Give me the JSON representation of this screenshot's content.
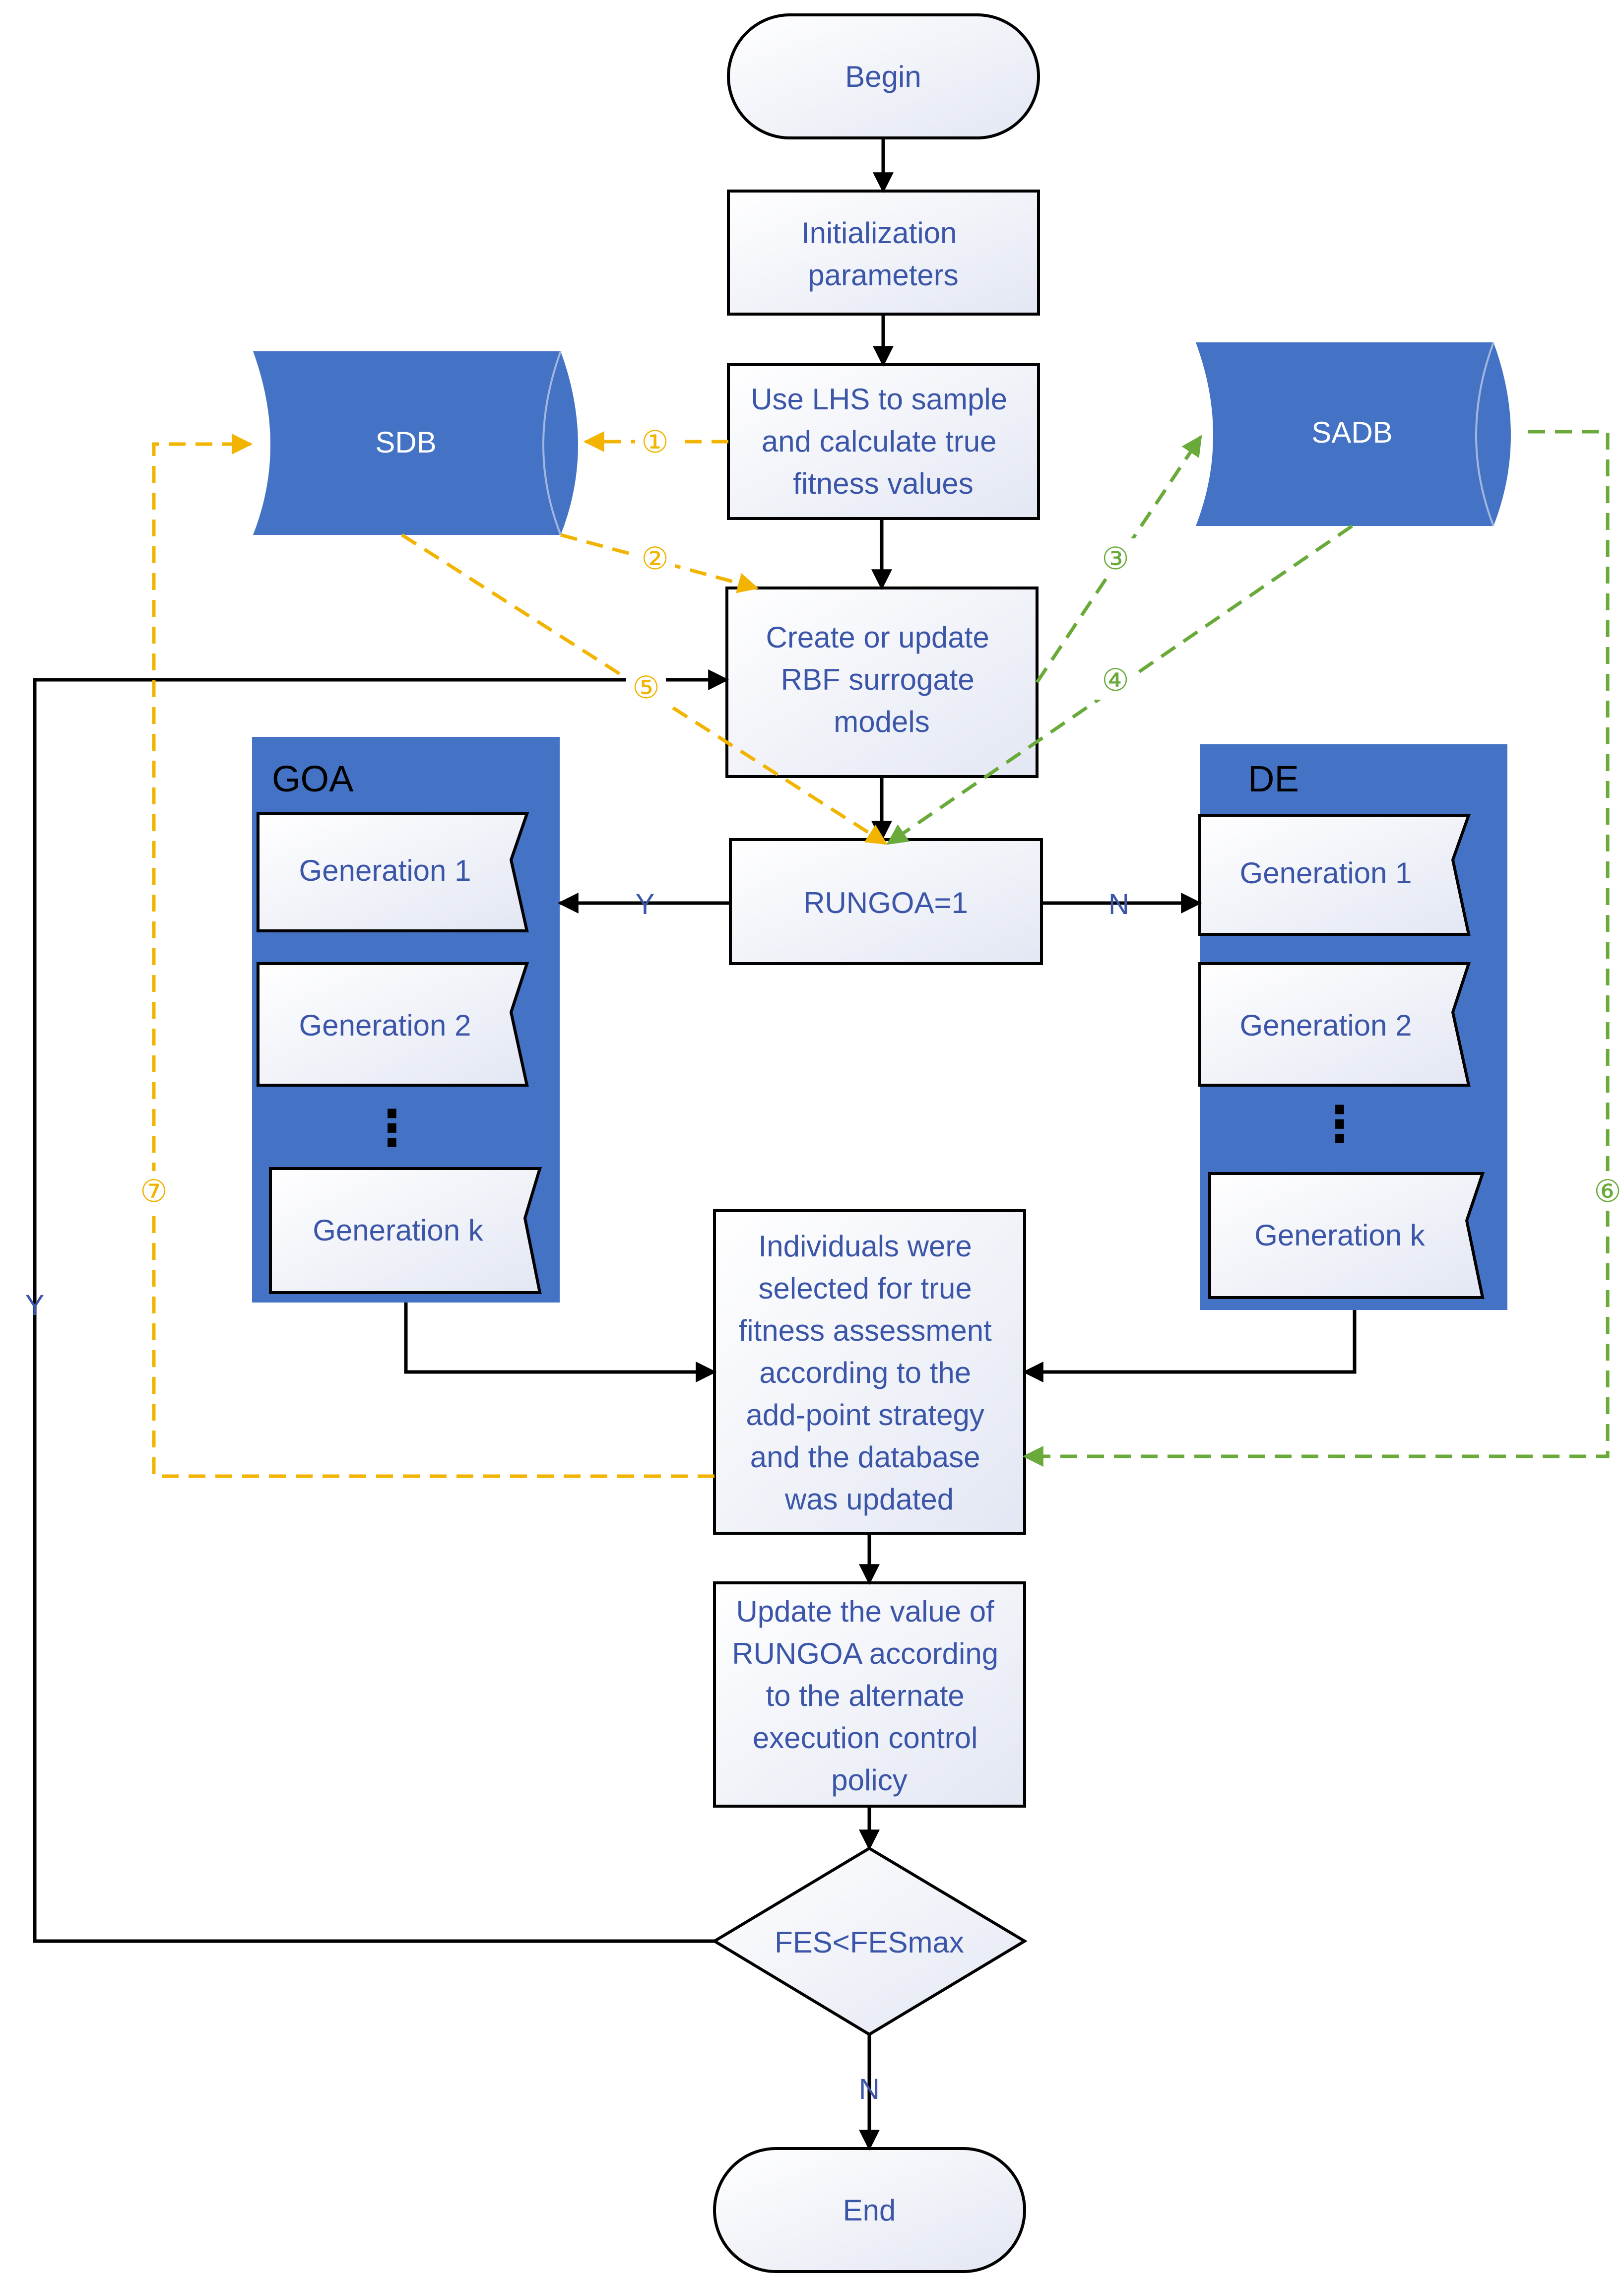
{
  "diagram": {
    "nodes": {
      "begin": "Begin",
      "init": [
        "Initialization",
        "parameters"
      ],
      "lhs": [
        "Use LHS to sample",
        "and calculate true",
        "fitness values"
      ],
      "rbf": [
        "Create or update",
        "RBF surrogate",
        "models"
      ],
      "rungoa": "RUNGOA=1",
      "select": [
        "Individuals were",
        "selected for true",
        "fitness assessment",
        "according to the",
        "add-point strategy",
        "and the database",
        "was updated"
      ],
      "update": [
        "Update the value of",
        "RUNGOA according",
        "to the alternate",
        "execution control",
        "policy"
      ],
      "decision": "FES<FESmax",
      "end": "End"
    },
    "databases": {
      "sdb": "SDB",
      "sadb": "SADB"
    },
    "goa": {
      "title": "GOA",
      "generations": [
        "Generation 1",
        "Generation 2",
        "Generation k"
      ],
      "ellipsis": "⋮"
    },
    "de": {
      "title": "DE",
      "generations": [
        "Generation 1",
        "Generation 2",
        "Generation k"
      ],
      "ellipsis": "⋮"
    },
    "edge_labels": {
      "yes": "Y",
      "no": "N"
    },
    "markers": {
      "m1": "①",
      "m2": "②",
      "m3": "③",
      "m4": "④",
      "m5": "⑤",
      "m6": "⑥",
      "m7": "⑦"
    },
    "colors": {
      "text": "#3b55a8",
      "panel": "#4472c4",
      "yellow_path": "#f2b400",
      "green_path": "#6aaa3a",
      "arrow": "#000000"
    }
  }
}
